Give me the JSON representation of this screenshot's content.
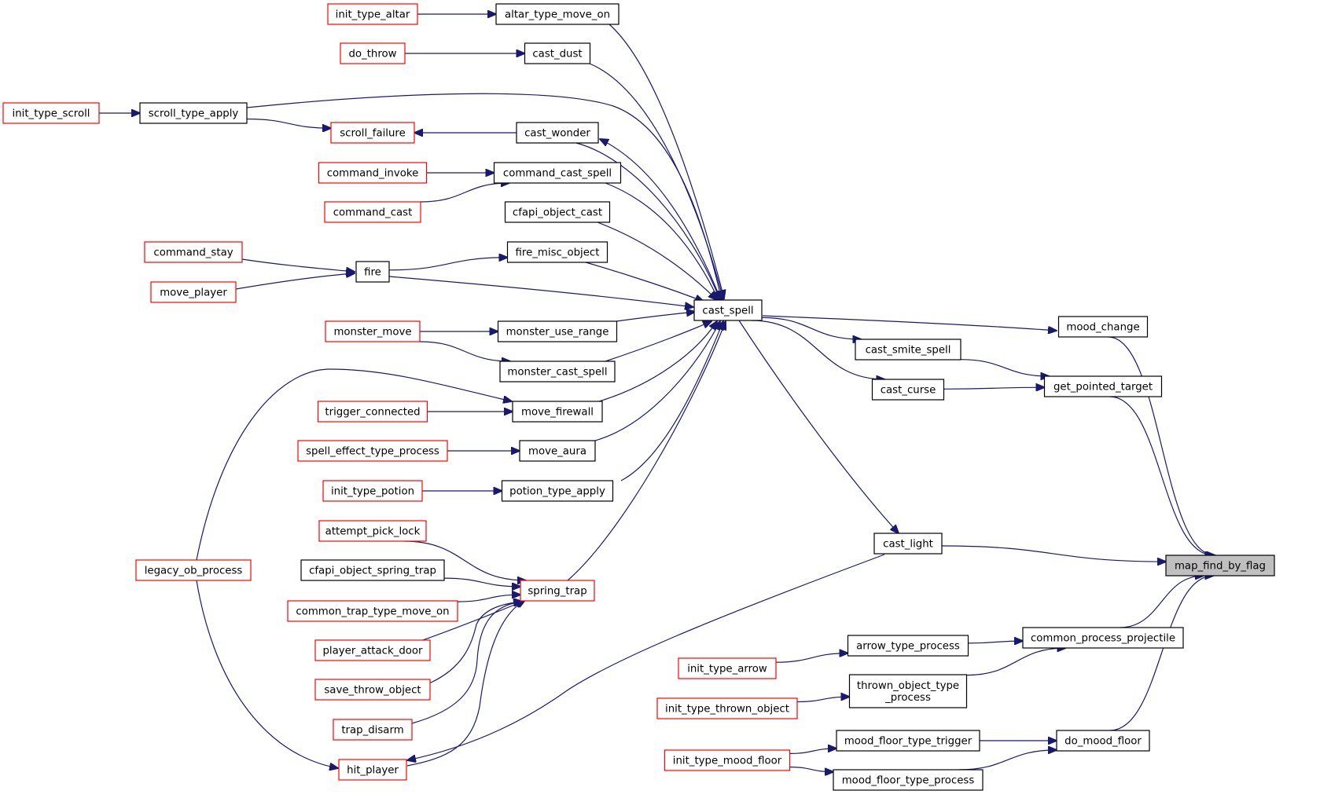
{
  "colors": {
    "edge": "#191970",
    "node_border_default": "#000000",
    "node_border_linked": "#ff0000",
    "node_fill_default": "#ffffff",
    "node_fill_focus": "#bfbfbf"
  },
  "nodes": [
    {
      "id": "map_find_by_flag",
      "label": "map_find_by_flag",
      "style": "focus"
    },
    {
      "id": "mood_change",
      "label": "mood_change",
      "style": "default"
    },
    {
      "id": "get_pointed_target",
      "label": "get_pointed_target",
      "style": "default"
    },
    {
      "id": "cast_light",
      "label": "cast_light",
      "style": "default"
    },
    {
      "id": "common_process_projectile",
      "label": "common_process_projectile",
      "style": "default"
    },
    {
      "id": "do_mood_floor",
      "label": "do_mood_floor",
      "style": "default"
    },
    {
      "id": "cast_spell",
      "label": "cast_spell",
      "style": "default"
    },
    {
      "id": "cast_smite_spell",
      "label": "cast_smite_spell",
      "style": "default"
    },
    {
      "id": "cast_curse",
      "label": "cast_curse",
      "style": "default"
    },
    {
      "id": "arrow_type_process",
      "label": "arrow_type_process",
      "style": "default"
    },
    {
      "id": "thrown_object_type_process",
      "label": [
        "thrown_object_type",
        "_process"
      ],
      "style": "default"
    },
    {
      "id": "mood_floor_type_trigger",
      "label": "mood_floor_type_trigger",
      "style": "default"
    },
    {
      "id": "mood_floor_type_process",
      "label": "mood_floor_type_process",
      "style": "default"
    },
    {
      "id": "init_type_arrow",
      "label": "init_type_arrow",
      "style": "linked"
    },
    {
      "id": "init_type_thrown_object",
      "label": "init_type_thrown_object",
      "style": "linked"
    },
    {
      "id": "init_type_mood_floor",
      "label": "init_type_mood_floor",
      "style": "linked"
    },
    {
      "id": "altar_type_move_on",
      "label": "altar_type_move_on",
      "style": "default"
    },
    {
      "id": "cast_dust",
      "label": "cast_dust",
      "style": "default"
    },
    {
      "id": "scroll_type_apply",
      "label": "scroll_type_apply",
      "style": "default"
    },
    {
      "id": "cast_wonder",
      "label": "cast_wonder",
      "style": "default"
    },
    {
      "id": "command_cast_spell",
      "label": "command_cast_spell",
      "style": "default"
    },
    {
      "id": "cfapi_object_cast",
      "label": "cfapi_object_cast",
      "style": "default"
    },
    {
      "id": "fire_misc_object",
      "label": "fire_misc_object",
      "style": "default"
    },
    {
      "id": "fire",
      "label": "fire",
      "style": "default"
    },
    {
      "id": "monster_use_range",
      "label": "monster_use_range",
      "style": "default"
    },
    {
      "id": "monster_cast_spell",
      "label": "monster_cast_spell",
      "style": "default"
    },
    {
      "id": "move_firewall",
      "label": "move_firewall",
      "style": "default"
    },
    {
      "id": "move_aura",
      "label": "move_aura",
      "style": "default"
    },
    {
      "id": "potion_type_apply",
      "label": "potion_type_apply",
      "style": "default"
    },
    {
      "id": "spring_trap",
      "label": "spring_trap",
      "style": "linked"
    },
    {
      "id": "hit_player",
      "label": "hit_player",
      "style": "linked"
    },
    {
      "id": "init_type_altar",
      "label": "init_type_altar",
      "style": "linked"
    },
    {
      "id": "do_throw",
      "label": "do_throw",
      "style": "linked"
    },
    {
      "id": "init_type_scroll",
      "label": "init_type_scroll",
      "style": "linked"
    },
    {
      "id": "scroll_failure",
      "label": "scroll_failure",
      "style": "linked"
    },
    {
      "id": "command_invoke",
      "label": "command_invoke",
      "style": "linked"
    },
    {
      "id": "command_cast",
      "label": "command_cast",
      "style": "linked"
    },
    {
      "id": "command_stay",
      "label": "command_stay",
      "style": "linked"
    },
    {
      "id": "move_player",
      "label": "move_player",
      "style": "linked"
    },
    {
      "id": "monster_move",
      "label": "monster_move",
      "style": "linked"
    },
    {
      "id": "trigger_connected",
      "label": "trigger_connected",
      "style": "linked"
    },
    {
      "id": "spell_effect_type_process",
      "label": "spell_effect_type_process",
      "style": "linked"
    },
    {
      "id": "init_type_potion",
      "label": "init_type_potion",
      "style": "linked"
    },
    {
      "id": "attempt_pick_lock",
      "label": "attempt_pick_lock",
      "style": "linked"
    },
    {
      "id": "cfapi_object_spring_trap",
      "label": "cfapi_object_spring_trap",
      "style": "default"
    },
    {
      "id": "common_trap_type_move_on",
      "label": "common_trap_type_move_on",
      "style": "linked"
    },
    {
      "id": "player_attack_door",
      "label": "player_attack_door",
      "style": "linked"
    },
    {
      "id": "save_throw_object",
      "label": "save_throw_object",
      "style": "linked"
    },
    {
      "id": "trap_disarm",
      "label": "trap_disarm",
      "style": "linked"
    },
    {
      "id": "legacy_ob_process",
      "label": "legacy_ob_process",
      "style": "linked"
    }
  ],
  "edges": [
    {
      "from": "mood_change",
      "to": "map_find_by_flag"
    },
    {
      "from": "get_pointed_target",
      "to": "map_find_by_flag"
    },
    {
      "from": "cast_light",
      "to": "map_find_by_flag"
    },
    {
      "from": "common_process_projectile",
      "to": "map_find_by_flag"
    },
    {
      "from": "do_mood_floor",
      "to": "map_find_by_flag"
    },
    {
      "from": "cast_spell",
      "to": "mood_change"
    },
    {
      "from": "cast_smite_spell",
      "to": "get_pointed_target"
    },
    {
      "from": "cast_curse",
      "to": "get_pointed_target"
    },
    {
      "from": "cast_spell",
      "to": "cast_light"
    },
    {
      "from": "arrow_type_process",
      "to": "common_process_projectile"
    },
    {
      "from": "thrown_object_type_process",
      "to": "common_process_projectile"
    },
    {
      "from": "mood_floor_type_trigger",
      "to": "do_mood_floor"
    },
    {
      "from": "mood_floor_type_process",
      "to": "do_mood_floor"
    },
    {
      "from": "init_type_arrow",
      "to": "arrow_type_process"
    },
    {
      "from": "init_type_thrown_object",
      "to": "thrown_object_type_process"
    },
    {
      "from": "init_type_mood_floor",
      "to": "mood_floor_type_trigger"
    },
    {
      "from": "init_type_mood_floor",
      "to": "mood_floor_type_process"
    },
    {
      "from": "cast_spell",
      "to": "cast_smite_spell"
    },
    {
      "from": "cast_spell",
      "to": "cast_curse"
    },
    {
      "from": "cast_light",
      "to": "hit_player"
    },
    {
      "from": "altar_type_move_on",
      "to": "cast_spell"
    },
    {
      "from": "cast_dust",
      "to": "cast_spell"
    },
    {
      "from": "scroll_type_apply",
      "to": "cast_spell"
    },
    {
      "from": "cast_wonder",
      "to": "cast_spell"
    },
    {
      "from": "command_cast_spell",
      "to": "cast_spell"
    },
    {
      "from": "cfapi_object_cast",
      "to": "cast_spell"
    },
    {
      "from": "fire_misc_object",
      "to": "cast_spell"
    },
    {
      "from": "fire",
      "to": "cast_spell"
    },
    {
      "from": "monster_use_range",
      "to": "cast_spell"
    },
    {
      "from": "monster_cast_spell",
      "to": "cast_spell"
    },
    {
      "from": "move_firewall",
      "to": "cast_spell"
    },
    {
      "from": "move_aura",
      "to": "cast_spell"
    },
    {
      "from": "potion_type_apply",
      "to": "cast_spell"
    },
    {
      "from": "spring_trap",
      "to": "cast_spell"
    },
    {
      "from": "cast_spell",
      "to": "cast_wonder"
    },
    {
      "from": "init_type_altar",
      "to": "altar_type_move_on"
    },
    {
      "from": "do_throw",
      "to": "cast_dust"
    },
    {
      "from": "init_type_scroll",
      "to": "scroll_type_apply"
    },
    {
      "from": "scroll_type_apply",
      "to": "scroll_failure"
    },
    {
      "from": "cast_wonder",
      "to": "scroll_failure"
    },
    {
      "from": "command_invoke",
      "to": "command_cast_spell"
    },
    {
      "from": "command_cast",
      "to": "command_cast_spell"
    },
    {
      "from": "fire",
      "to": "fire_misc_object"
    },
    {
      "from": "command_stay",
      "to": "fire"
    },
    {
      "from": "move_player",
      "to": "fire"
    },
    {
      "from": "monster_move",
      "to": "monster_use_range"
    },
    {
      "from": "monster_move",
      "to": "monster_cast_spell"
    },
    {
      "from": "trigger_connected",
      "to": "move_firewall"
    },
    {
      "from": "legacy_ob_process",
      "to": "move_firewall"
    },
    {
      "from": "spell_effect_type_process",
      "to": "move_aura"
    },
    {
      "from": "init_type_potion",
      "to": "potion_type_apply"
    },
    {
      "from": "attempt_pick_lock",
      "to": "spring_trap"
    },
    {
      "from": "cfapi_object_spring_trap",
      "to": "spring_trap"
    },
    {
      "from": "common_trap_type_move_on",
      "to": "spring_trap"
    },
    {
      "from": "player_attack_door",
      "to": "spring_trap"
    },
    {
      "from": "save_throw_object",
      "to": "spring_trap"
    },
    {
      "from": "trap_disarm",
      "to": "spring_trap"
    },
    {
      "from": "hit_player",
      "to": "spring_trap"
    },
    {
      "from": "legacy_ob_process",
      "to": "hit_player"
    }
  ]
}
